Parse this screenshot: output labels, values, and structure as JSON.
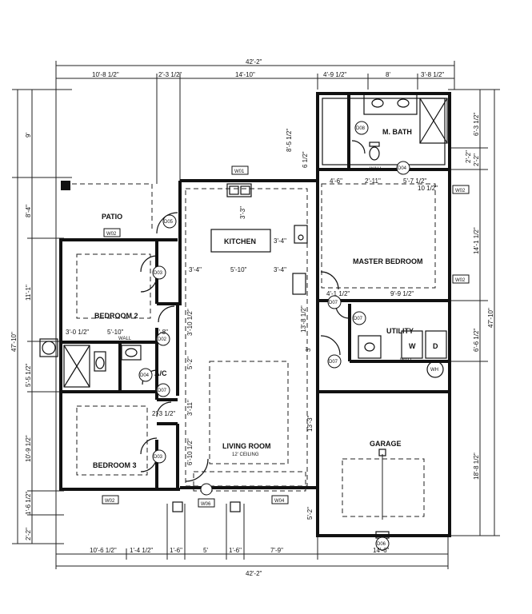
{
  "rooms": {
    "patio": "PATIO",
    "kitchen": "KITCHEN",
    "master_bedroom": "MASTER BEDROOM",
    "bedroom2": "BEDROOM 2",
    "bedroom3": "BEDROOM 3",
    "living_room": "LIVING ROOM",
    "living_ceiling": "12' CEILING",
    "m_bath": "M. BATH",
    "utility": "UTILITY",
    "garage": "GARAGE",
    "ac": "A/C",
    "washer": "W",
    "dryer": "D",
    "water_heater": "WH"
  },
  "tags": {
    "w01": "W01",
    "w02": "W02",
    "w04": "W04",
    "w06": "W06",
    "d02": "D02",
    "d03": "D03",
    "d04": "D04",
    "d05": "D05",
    "d06": "D06",
    "d07": "D07",
    "d08": "D08"
  },
  "notes": {
    "wall": "WALL"
  },
  "dims": {
    "overall_width": "42'-2\"",
    "top_a": "10'-8 1/2\"",
    "top_b": "2'-3 1/2\"",
    "top_c": "14'-10\"",
    "top_d": "4'-9 1/2\"",
    "top_e": "8'",
    "top_f": "3'-8 1/2\"",
    "left_overall": "47'-10\"",
    "left_9": "9'",
    "left_8_4": "8'-4\"",
    "left_11_1": "11'-1\"",
    "left_5_5": "5'-5 1/2\"",
    "left_10_9": "10'-9 1/2\"",
    "left_1_6": "1'-6 1/2\"",
    "left_2_2": "2'-2\"",
    "right_overall": "47'-10\"",
    "right_6_3": "6'-3 1/2\"",
    "right_2_2": "2'-2\"",
    "right_14_1": "14'-1 1/2\"",
    "right_6_6": "6'-6 1/2\"",
    "right_18_8": "18'-8 1/2\"",
    "bot_a": "10'-6 1/2\"",
    "bot_b": "1'-4 1/2\"",
    "bot_c": "1'-6\"",
    "bot_d": "5'",
    "bot_e": "1'-6\"",
    "bot_f": "7'-9\"",
    "bot_g": "14'-6\"",
    "bot_overall": "42'-2\"",
    "i_8_5": "8'-5 1/2\"",
    "i_6_5": "6 1/2\"",
    "i_3_3": "3'-3\"",
    "i_3_4a": "3'-4\"",
    "i_3_4b": "3'-4\"",
    "i_3_4c": "3'-4\"",
    "i_5_10a": "5'-10\"",
    "i_5_10b": "5'-10\"",
    "i_3_0": "3'-0 1/2\"",
    "i_3_8": "3'-8\"",
    "i_3_10": "3'-10 1/2\"",
    "i_5_2a": "5'-2\"",
    "i_3_11": "3'-11\"",
    "i_2_3": "2'-3 1/2\"",
    "i_6_10": "6'-10 1/2\"",
    "i_13_3": "13'-3\"",
    "i_3": "3'",
    "i_13_8": "13'-8 1/2\"",
    "i_5_2b": "5'-2\"",
    "i_4_6": "4'-6\"",
    "i_2_11": "2'-11\"",
    "i_5_7": "5'-7 1/2\"",
    "i_10_1": "10 1/2\"",
    "i_4_1": "4'-1 1/2\"",
    "i_9_9": "9'-9 1/2\"",
    "i_2_2": "2'-2\""
  }
}
